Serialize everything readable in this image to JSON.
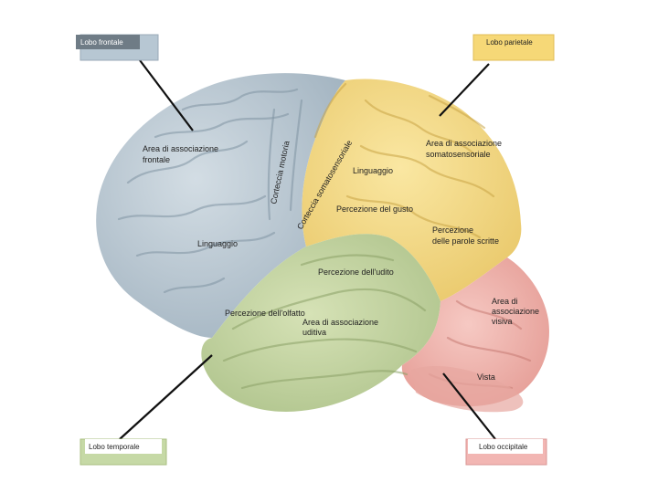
{
  "lobes": {
    "frontal": {
      "label": "Lobo frontale",
      "color": "#b9c6d1"
    },
    "parietal": {
      "label": "Lobo parietale",
      "color": "#f5dc86"
    },
    "temporal": {
      "label": "Lobo temporale",
      "color": "#c7d7a4"
    },
    "occipital": {
      "label": "Lobo occipitale",
      "color": "#f0b7b2"
    }
  },
  "areas": {
    "frontal_association": [
      "Area di associazione",
      "frontale"
    ],
    "motor_cortex": "Corteccia motoria",
    "somatosensory_cortex": "Corteccia somatosensoriale",
    "somatosensory_association": [
      "Area di associazione",
      "somatosensoriale"
    ],
    "language_parietal": "Linguaggio",
    "taste": "Percezione del gusto",
    "language_frontal": "Linguaggio",
    "written_words": [
      "Percezione",
      "delle parole scritte"
    ],
    "hearing": "Percezione dell'udito",
    "visual_association": [
      "Area di",
      "associazione",
      "visiva"
    ],
    "smell": "Percezione dell'olfatto",
    "auditory_association": [
      "Area di associazione",
      "uditiva"
    ],
    "vision": "Vista"
  }
}
